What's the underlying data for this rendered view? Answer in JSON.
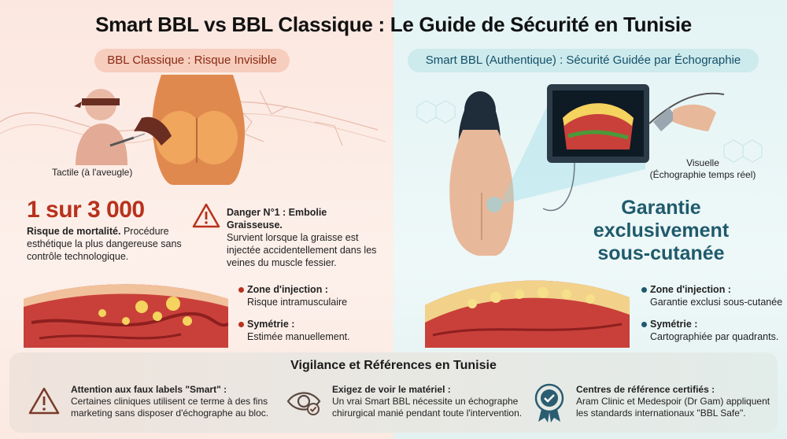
{
  "title": "Smart BBL vs BBL Classique : Le Guide de Sécurité en Tunisie",
  "left": {
    "header": "BBL Classique : Risque Invisible",
    "method_label": "Tactile (à l'aveugle)",
    "stat": "1 sur 3 000",
    "stat_bold": "Risque de mortalité.",
    "stat_text1": " Procédure",
    "stat_text2": "esthétique la plus dangereuse sans",
    "stat_text3": "contrôle technologique.",
    "danger_title": "Danger N°1 : Embolie Graisseuse.",
    "danger_l1": "Survient lorsque la graisse est",
    "danger_l2": "injectée accidentellement dans les",
    "danger_l3": "veines du muscle fessier.",
    "zone_title": "Zone d'injection :",
    "zone_text": "Risque intramusculaire",
    "sym_title": "Symétrie :",
    "sym_text": "Estimée manuellement."
  },
  "right": {
    "header": "Smart BBL (Authentique) : Sécurité Guidée par Échographie",
    "visual_label": "Visuelle",
    "visual_sub": "(Échographie temps réel)",
    "guarantee_l1": "Garantie",
    "guarantee_l2": "exclusivement",
    "guarantee_l3": "sous-cutanée",
    "zone_title": "Zone d'injection :",
    "zone_text": "Garantie exclusi sous-cutanée",
    "sym_title": "Symétrie :",
    "sym_text": "Cartographiée par quadrants."
  },
  "bottom": {
    "title": "Vigilance et Références en Tunisie",
    "c1_title": "Attention aux faux labels \"Smart\" :",
    "c1_l1": "Certaines cliniques utilisent ce terme à des fins",
    "c1_l2": "marketing sans disposer d'échographe au bloc.",
    "c2_title": "Exigez de voir le matériel :",
    "c2_l1": "Un vrai Smart BBL nécessite un échographe",
    "c2_l2": "chirurgical manié pendant toute l'intervention.",
    "c3_title": "Centres de référence certifiés :",
    "c3_l1": "Aram Clinic et Medespoir (Dr Gam) appliquent",
    "c3_l2": "les standards internationaux \"BBL Safe\"."
  },
  "colors": {
    "red": "#b8321c",
    "teal": "#1f5a6c"
  }
}
